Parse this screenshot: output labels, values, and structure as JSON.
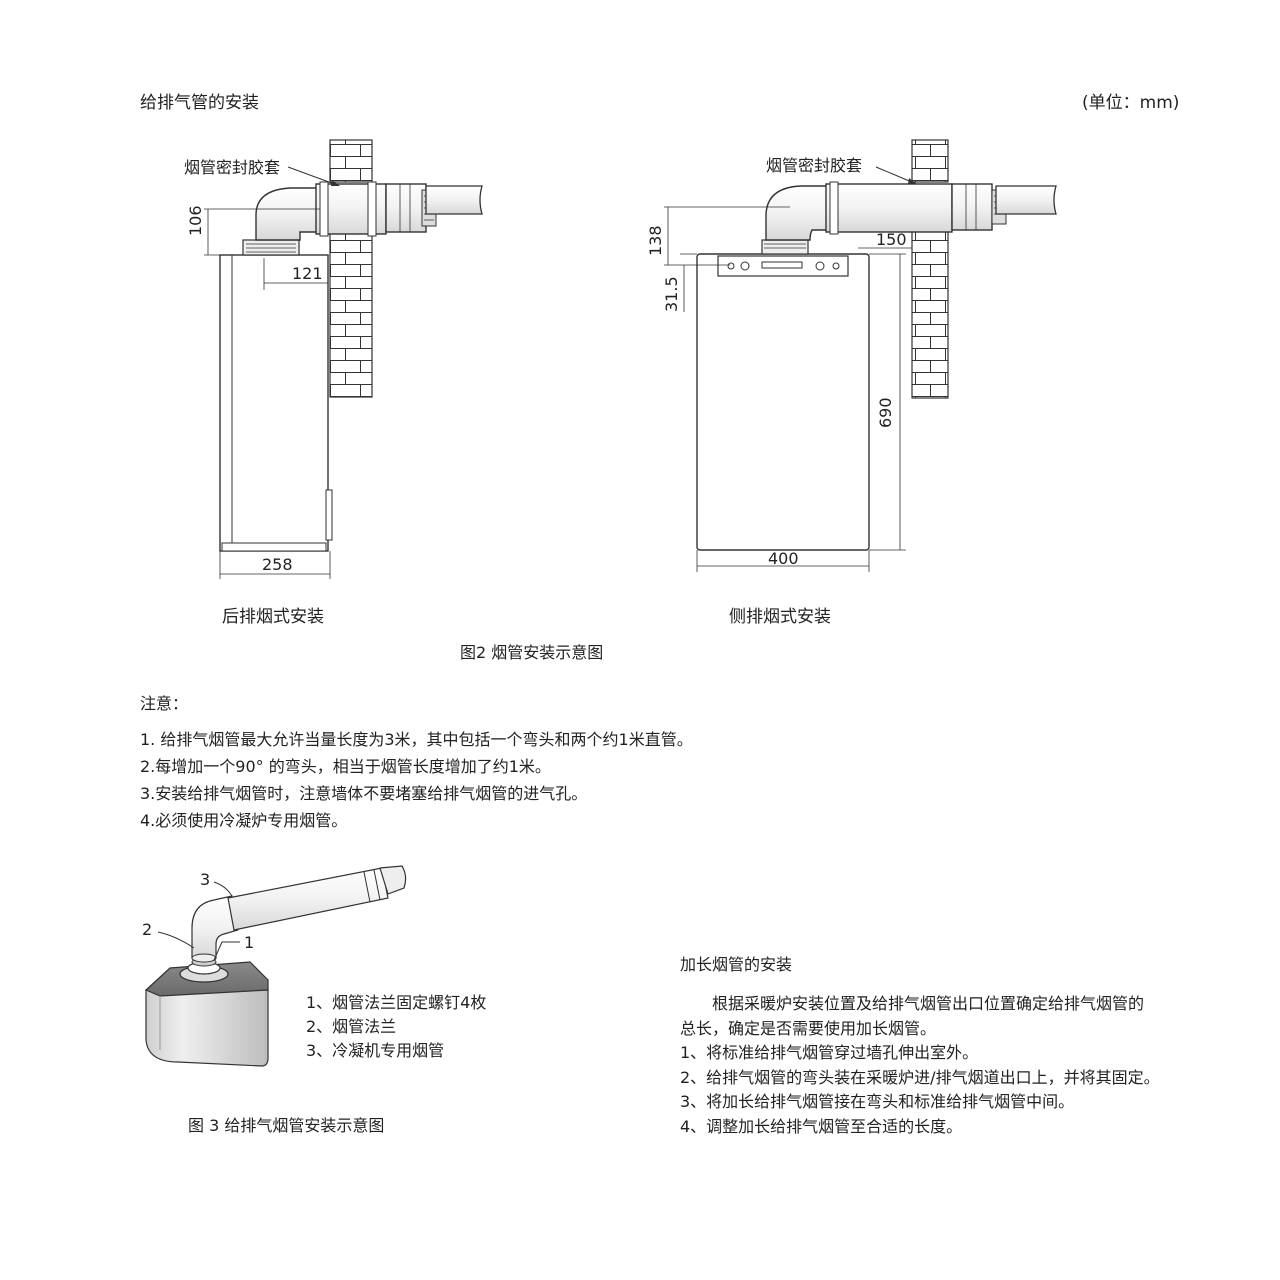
{
  "header": {
    "title": "给排气管的安装",
    "unit": "(单位：mm)"
  },
  "fig2": {
    "left": {
      "seal_label": "烟管密封胶套",
      "dim_106": "106",
      "dim_121": "121",
      "dim_258": "258",
      "caption": "后排烟式安装"
    },
    "right": {
      "seal_label": "烟管密封胶套",
      "dim_138": "138",
      "dim_150": "150",
      "dim_31_5": "31.5",
      "dim_690": "690",
      "dim_400": "400",
      "caption": "侧排烟式安装"
    },
    "caption": "图2  烟管安装示意图"
  },
  "notes": {
    "heading": "注意：",
    "items": [
      "1. 给排气烟管最大允许当量长度为3米，其中包括一个弯头和两个约1米直管。",
      "2.每增加一个90°  的弯头，相当于烟管长度增加了约1米。",
      "3.安装给排气烟管时，注意墙体不要堵塞给排气烟管的进气孔。",
      "4.必须使用冷凝炉专用烟管。"
    ]
  },
  "fig3": {
    "callouts": [
      "3",
      "2",
      "1"
    ],
    "legend": [
      "1、烟管法兰固定螺钉4枚",
      "2、烟管法兰",
      "3、冷凝机专用烟管"
    ],
    "caption": "图 3   给排气烟管安装示意图"
  },
  "extension": {
    "heading": "加长烟管的安装",
    "paragraph_line1": "根据采暖炉安装位置及给排气烟管出口位置确定给排气烟管的",
    "paragraph_line2": "总长，确定是否需要使用加长烟管。",
    "steps": [
      "1、将标准给排气烟管穿过墙孔伸出室外。",
      "2、给排气烟管的弯头装在采暖炉进/排气烟道出口上，并将其固定。",
      "3、将加长给排气烟管接在弯头和标准给排气烟管中间。",
      "4、调整加长给排气烟管至合适的长度。"
    ]
  }
}
